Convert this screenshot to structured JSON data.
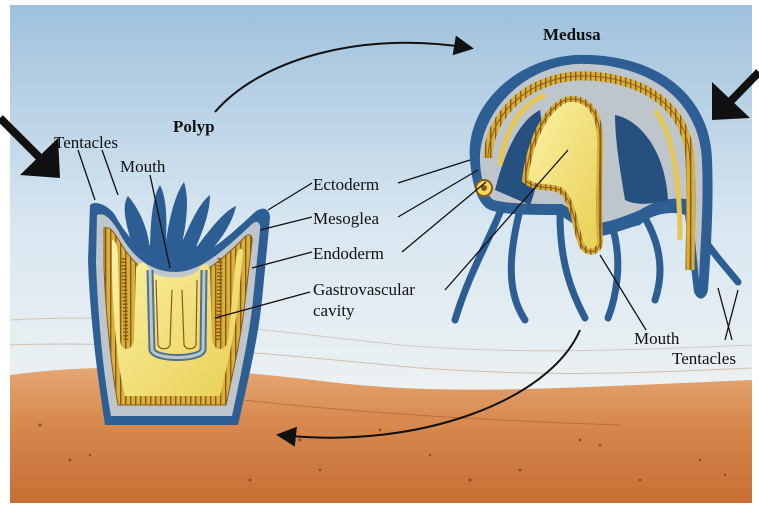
{
  "title_polyp": "Polyp",
  "title_medusa": "Medusa",
  "labels": {
    "polyp_tentacles": "Tentacles",
    "polyp_mouth": "Mouth",
    "ectoderm": "Ectoderm",
    "mesoglea": "Mesoglea",
    "endoderm": "Endoderm",
    "gastro_line1": "Gastrovascular",
    "gastro_line2": "cavity",
    "medusa_mouth": "Mouth",
    "medusa_tentacles": "Tentacles"
  },
  "colors": {
    "sky": "#cfe2ef",
    "ground": "#d7894f",
    "ectoderm": "#2e5f94",
    "mesoglea": "#b9c2c9",
    "endoderm": "#d8b43b",
    "cavity": "#f5e57a",
    "arrow": "#111111"
  }
}
